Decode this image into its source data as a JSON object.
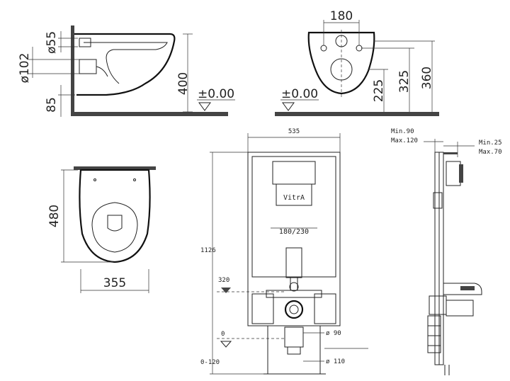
{
  "colors": {
    "line": "#222222",
    "floor": "#444444",
    "background": "#ffffff"
  },
  "side_view": {
    "dim_pipe_small": "ø55",
    "dim_pipe_large": "ø102",
    "dim_outlet_height": "85",
    "dim_total_height": "400",
    "level": "±0.00"
  },
  "front_view": {
    "dim_fixing_spacing": "180",
    "dim_225": "225",
    "dim_325": "325",
    "dim_360": "360",
    "level": "±0.00"
  },
  "top_view": {
    "dim_length": "480",
    "dim_width": "355"
  },
  "frame_front": {
    "dim_width": "535",
    "dim_height": "1126",
    "dim_rod_spacing": "180/230",
    "dim_inlet_height": "320",
    "level_zero": "0",
    "level_minus": "0-120",
    "dim_pipe_90": "ø 90",
    "dim_pipe_110": "ø 110",
    "brand_logo": "VitrA"
  },
  "frame_side": {
    "dim_depth_min": "Min.90",
    "dim_depth_max": "Max.120",
    "dim_wall_min": "Min.25",
    "dim_wall_max": "Max.70"
  }
}
